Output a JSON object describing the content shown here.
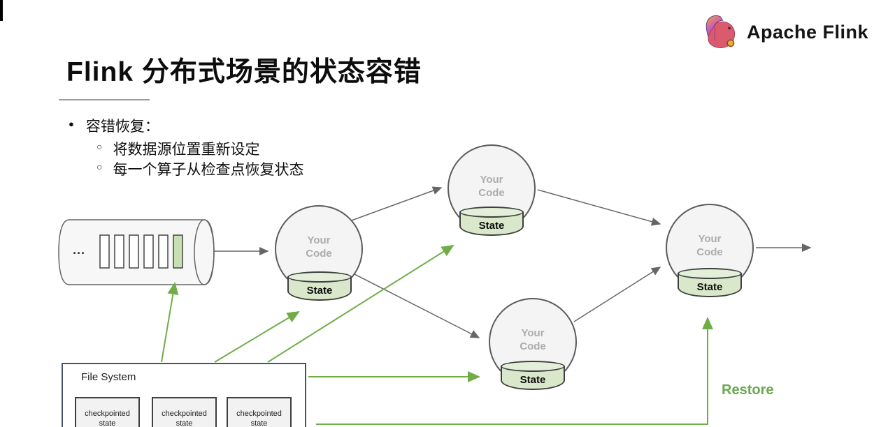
{
  "header": {
    "title": "Flink 分布式场景的状态容错",
    "logo_text": "Apache Flink"
  },
  "bullets": {
    "marker": "●",
    "sub_marker": "○",
    "item": "容错恢复：",
    "sub_items": [
      "将数据源位置重新设定",
      "每一个算子从检查点恢复状态"
    ]
  },
  "diagram": {
    "source": {
      "ellipsis": "...",
      "bar_count": 6,
      "highlight_color": "#c6e0b4"
    },
    "operators": [
      {
        "label": "Your\nCode",
        "state": "State"
      },
      {
        "label": "Your\nCode",
        "state": "State"
      },
      {
        "label": "Your\nCode",
        "state": "State"
      },
      {
        "label": "Your\nCode",
        "state": "State"
      }
    ],
    "file_system": {
      "title": "File System",
      "items": [
        "checkpointed\nstate",
        "checkpointed\nstate",
        "checkpointed\nstate"
      ]
    },
    "restore_label": "Restore",
    "colors": {
      "restore_green": "#70ad47",
      "arrow_gray": "#666666",
      "state_fill": "#d9e8cb",
      "node_fill": "#f4f4f4",
      "file_system_border": "#44546a"
    }
  }
}
